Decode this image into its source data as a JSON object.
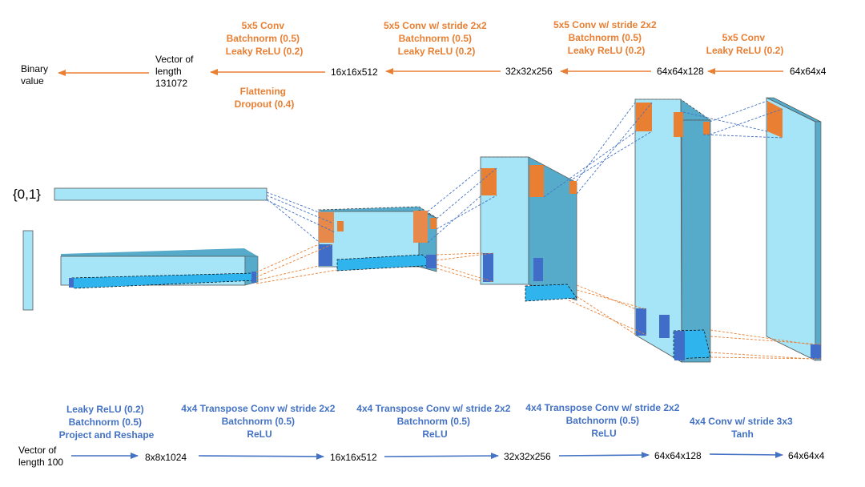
{
  "colors": {
    "orange": "#E87F33",
    "blue_text": "#4472C4",
    "light_blue": "#A6E4F7",
    "mid_blue": "#57ABCA",
    "dark_blue": "#3F6DC8",
    "bright_blue": "#2FB4EE"
  },
  "discriminator": {
    "output_label": [
      "Binary",
      "value"
    ],
    "vector_label": [
      "Vector of",
      "length",
      "131072"
    ],
    "shapes": [
      "16x16x512",
      "32x32x256",
      "64x64x128",
      "64x64x4"
    ],
    "ops": [
      {
        "lines": [
          "5x5 Conv",
          "Batchnorm (0.5)",
          "Leaky ReLU (0.2)"
        ]
      },
      {
        "lines": [
          "5x5 Conv w/ stride 2x2",
          "Batchnorm (0.5)",
          "Leaky ReLU (0.2)"
        ]
      },
      {
        "lines": [
          "5x5 Conv w/ stride 2x2",
          "Batchnorm (0.5)",
          "Leaky ReLU (0.2)"
        ]
      },
      {
        "lines": [
          "5x5 Conv",
          "Leaky ReLU (0.2)"
        ]
      }
    ],
    "flatten_ops": [
      "Flattening",
      "Dropout (0.4)"
    ]
  },
  "set_label": "{0,1}",
  "generator": {
    "input_label": [
      "Vector of",
      "length 100"
    ],
    "shapes": [
      "8x8x1024",
      "16x16x512",
      "32x32x256",
      "64x64x128",
      "64x64x4"
    ],
    "ops": [
      {
        "lines": [
          "Leaky ReLU (0.2)",
          "Batchnorm (0.5)",
          "Project and Reshape"
        ]
      },
      {
        "lines": [
          "4x4 Transpose Conv w/ stride 2x2",
          "Batchnorm (0.5)",
          "ReLU"
        ]
      },
      {
        "lines": [
          "4x4 Transpose Conv w/ stride 2x2",
          "Batchnorm (0.5)",
          "ReLU"
        ]
      },
      {
        "lines": [
          "4x4 Transpose Conv w/ stride 2x2",
          "Batchnorm (0.5)",
          "ReLU"
        ]
      },
      {
        "lines": [
          "4x4 Conv w/ stride 3x3",
          "Tanh"
        ]
      }
    ]
  }
}
